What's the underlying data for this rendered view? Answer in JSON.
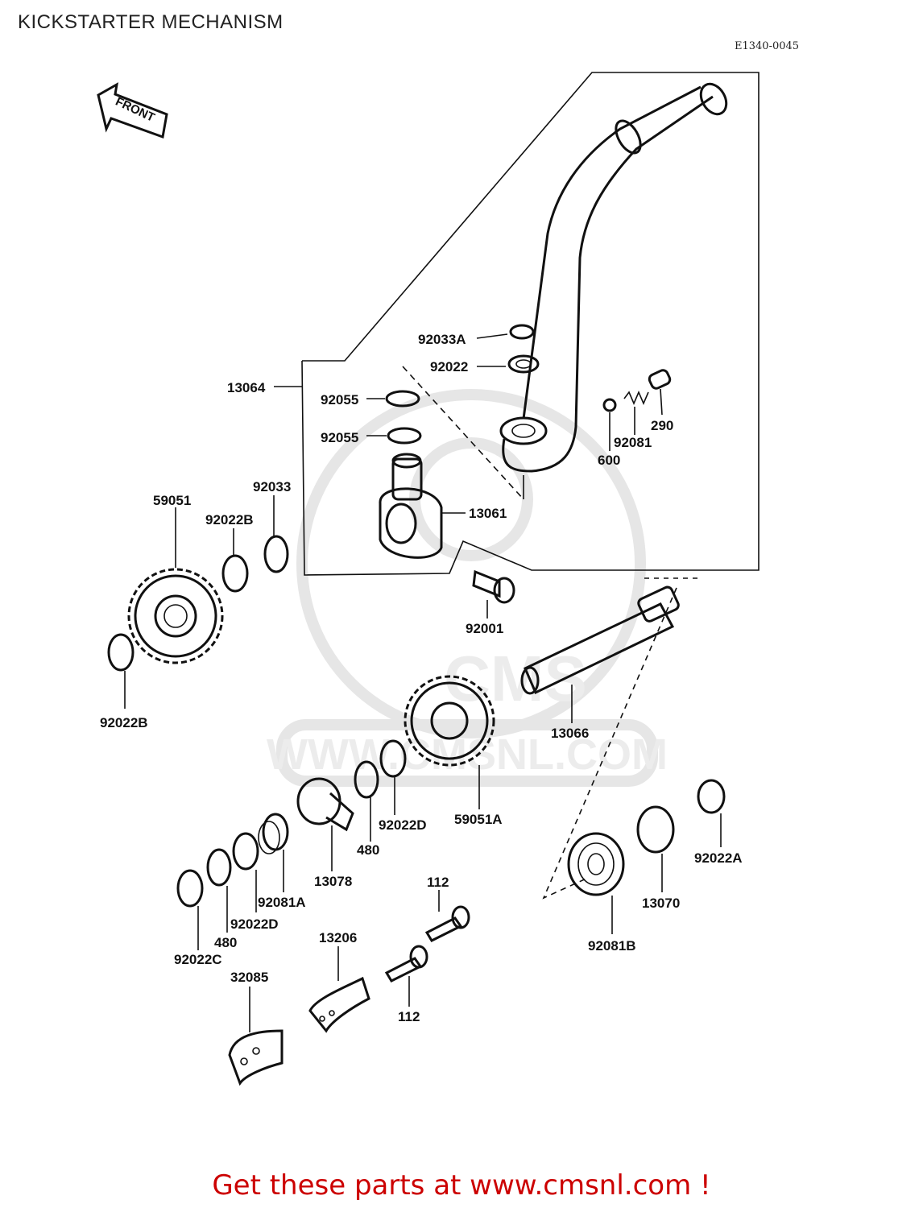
{
  "header": {
    "title": "KICKSTARTER MECHANISM",
    "diagram_code": "E1340-0045"
  },
  "front_arrow_label": "FRONT",
  "watermark": {
    "text": "WWW.CMSNL.COM",
    "logo": "CMS"
  },
  "callouts": [
    {
      "id": "13064",
      "text": "13064"
    },
    {
      "id": "92033A",
      "text": "92033A"
    },
    {
      "id": "92022",
      "text": "92022"
    },
    {
      "id": "92055a",
      "text": "92055"
    },
    {
      "id": "92055b",
      "text": "92055"
    },
    {
      "id": "290",
      "text": "290"
    },
    {
      "id": "92081",
      "text": "92081"
    },
    {
      "id": "600",
      "text": "600"
    },
    {
      "id": "13061",
      "text": "13061"
    },
    {
      "id": "92033",
      "text": "92033"
    },
    {
      "id": "59051",
      "text": "59051"
    },
    {
      "id": "92022B-top",
      "text": "92022B"
    },
    {
      "id": "92022B-bottom",
      "text": "92022B"
    },
    {
      "id": "92001",
      "text": "92001"
    },
    {
      "id": "13066",
      "text": "13066"
    },
    {
      "id": "59051A",
      "text": "59051A"
    },
    {
      "id": "92022D-mid",
      "text": "92022D"
    },
    {
      "id": "480-mid",
      "text": "480"
    },
    {
      "id": "13078",
      "text": "13078"
    },
    {
      "id": "92081A",
      "text": "92081A"
    },
    {
      "id": "92022D-low",
      "text": "92022D"
    },
    {
      "id": "480-low",
      "text": "480"
    },
    {
      "id": "92022C",
      "text": "92022C"
    },
    {
      "id": "112-top",
      "text": "112"
    },
    {
      "id": "112-bottom",
      "text": "112"
    },
    {
      "id": "13206",
      "text": "13206"
    },
    {
      "id": "32085",
      "text": "32085"
    },
    {
      "id": "13070",
      "text": "13070"
    },
    {
      "id": "92081B",
      "text": "92081B"
    },
    {
      "id": "92022A",
      "text": "92022A"
    }
  ],
  "footer": {
    "text": "Get these parts at www.cmsnl.com !"
  },
  "colors": {
    "ink": "#111111",
    "footer_red": "#cc0000",
    "watermark_gray": "#e6e6e6"
  }
}
